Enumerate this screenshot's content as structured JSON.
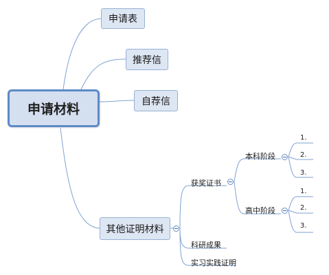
{
  "root": "申请材料",
  "branches": {
    "application_form": "申请表",
    "recommendation": "推荐信",
    "self_recommendation": "自荐信",
    "other_proof": "其他证明材料"
  },
  "other_proof_children": {
    "awards": "获奖证书",
    "research": "科研成果",
    "internship": "实习实践证明"
  },
  "award_stages": {
    "undergrad": "本科阶段",
    "highschool": "高中阶段"
  },
  "undergrad_items": [
    "1.",
    "2.",
    "3."
  ],
  "highschool_items": [
    "1.",
    "2.",
    "3."
  ],
  "colors": {
    "line": "#7da2d2",
    "node_fill": "#dde6f3",
    "root_border": "#5d8ac7"
  }
}
